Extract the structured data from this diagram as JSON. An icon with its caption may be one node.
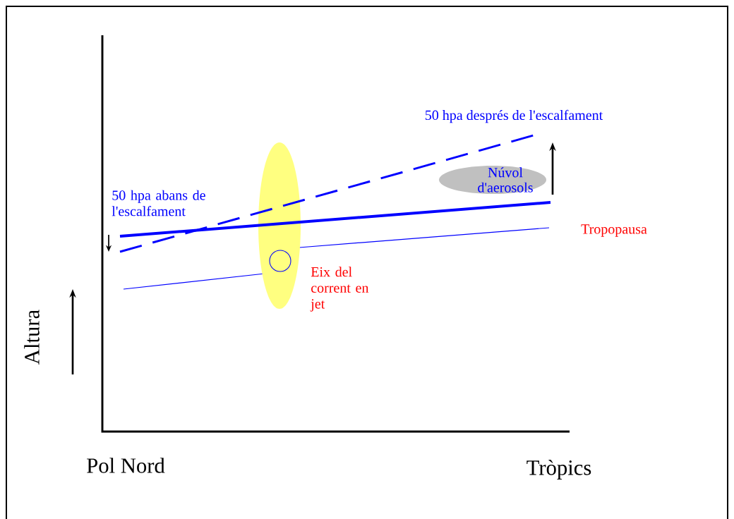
{
  "diagram": {
    "nodes": [
      {
        "text": [
          "Núvol d'aerosols"
        ]
      }
    ],
    "labels": [
      "50 hpa  després de l'escalfament",
      "50 hpa  abans de l'escalfament",
      "Tropopausa",
      "Eix del corrent en jet",
      "Altura",
      "Pol Nord",
      "Tròpics"
    ]
  }
}
